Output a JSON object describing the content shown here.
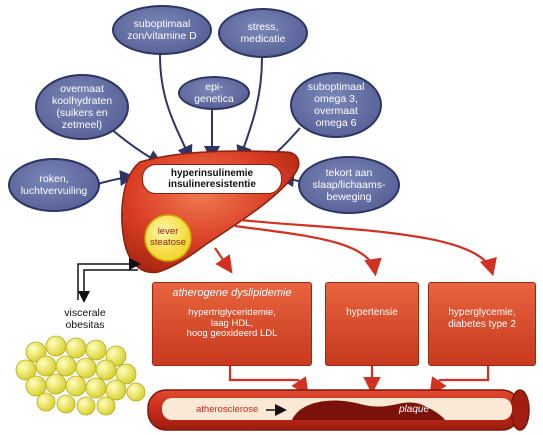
{
  "colors": {
    "oval_fill": "#5b6599",
    "oval_border": "#2d3565",
    "liver_fill": "#d83c22",
    "box_fill": "#d9512c",
    "arrow_blue": "#2d3565",
    "arrow_red": "#d23021",
    "vessel": "#c62b1a",
    "fat": "#e8e23a"
  },
  "causes": [
    {
      "label": "suboptimaal\nzon/vitamine D"
    },
    {
      "label": "stress,\nmedicatie"
    },
    {
      "label": "overmaat\nkoolhydraten\n(suikers en\nzetmeel)"
    },
    {
      "label": "epi-genetica"
    },
    {
      "label": "suboptimaal\nomega 3,\novermaat\nomega 6"
    },
    {
      "label": "roken,\nluchtvervuiling"
    },
    {
      "label": "tekort aan\nslaap/lichaams-\nbeweging"
    }
  ],
  "liver": {
    "line1": "hyperinsulinemie",
    "line2": "insulineresistentie",
    "steatose": "lever\nsteatose"
  },
  "visceral": {
    "label": "viscerale\nobesitas"
  },
  "effects": [
    {
      "title": "atherogene dyslipidemie",
      "body": "hypertriglyceridemie,\nlaag HDL,\nhoog geoxideerd LDL"
    },
    {
      "title": "hypertensie",
      "body": ""
    },
    {
      "title": "",
      "body": "hyperglycemie,\ndiabetes type 2"
    }
  ],
  "vessel": {
    "label": "atherosclerose",
    "plaque": "plaque"
  }
}
